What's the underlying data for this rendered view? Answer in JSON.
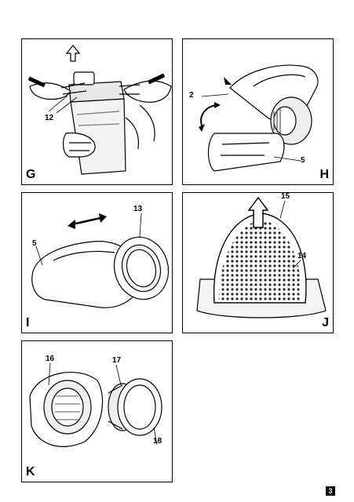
{
  "panels": {
    "g": {
      "letter": "G",
      "callouts": [
        "12"
      ]
    },
    "h": {
      "letter": "H",
      "callouts": [
        "2",
        "5"
      ]
    },
    "i": {
      "letter": "I",
      "callouts": [
        "13",
        "5"
      ]
    },
    "j": {
      "letter": "J",
      "callouts": [
        "15",
        "14"
      ]
    },
    "k": {
      "letter": "K",
      "callouts": [
        "16",
        "17",
        "18"
      ]
    }
  },
  "page_number": "3"
}
